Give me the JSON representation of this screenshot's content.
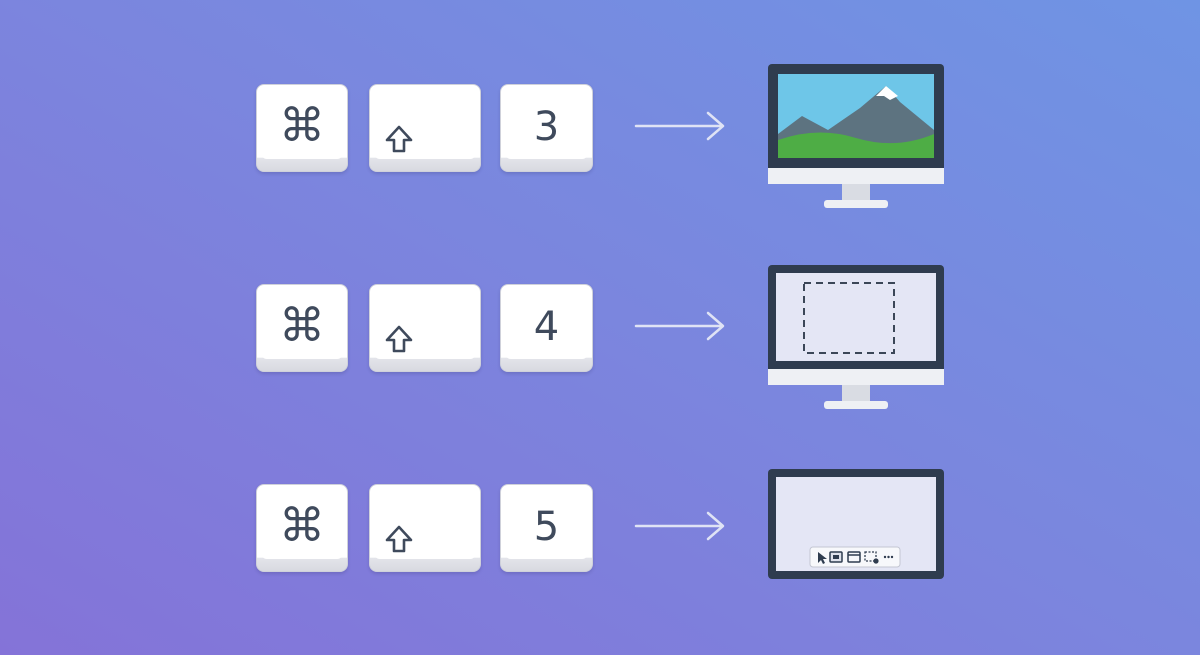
{
  "shortcuts": [
    {
      "keys": {
        "command": "⌘",
        "number": "3"
      },
      "result": "full-screen-capture",
      "result_icon": "monitor-with-landscape-icon"
    },
    {
      "keys": {
        "command": "⌘",
        "number": "4"
      },
      "result": "selection-capture",
      "result_icon": "monitor-with-dashed-selection-icon"
    },
    {
      "keys": {
        "command": "⌘",
        "number": "5"
      },
      "result": "screenshot-toolbar",
      "result_icon": "screen-with-capture-toolbar-icon",
      "toolbar_icons": [
        "pointer-icon",
        "entire-screen-icon",
        "window-icon",
        "selection-icon",
        "more-options-icon"
      ]
    }
  ],
  "colors": {
    "background_start": "#6f94e4",
    "background_end": "#8473d8",
    "key_face": "#ffffff",
    "key_glyph": "#3f4a5c",
    "monitor_bezel": "#2f3c4f",
    "sky": "#6ec6e8",
    "grass": "#4ead45"
  }
}
